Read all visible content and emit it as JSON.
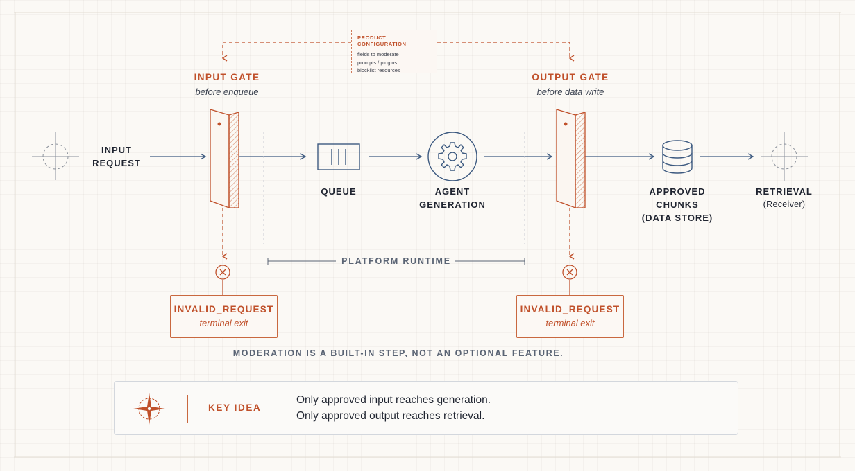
{
  "config": {
    "title": "PRODUCT CONFIGURATION",
    "items": [
      "fields to moderate",
      "prompts / plugins",
      "blocklist resources"
    ]
  },
  "input_gate": {
    "title": "INPUT GATE",
    "subtitle": "before enqueue"
  },
  "output_gate": {
    "title": "OUTPUT GATE",
    "subtitle": "before data write"
  },
  "nodes": {
    "input_request": [
      "INPUT",
      "REQUEST"
    ],
    "queue": "QUEUE",
    "agent": [
      "AGENT",
      "GENERATION"
    ],
    "approved": [
      "APPROVED",
      "CHUNKS",
      "(DATA STORE)"
    ],
    "retrieval": [
      "RETRIEVAL",
      "(Receiver)"
    ]
  },
  "runtime_label": "PLATFORM RUNTIME",
  "exits": [
    {
      "title": "INVALID_REQUEST",
      "subtitle": "terminal exit"
    },
    {
      "title": "INVALID_REQUEST",
      "subtitle": "terminal exit"
    }
  ],
  "note": "MODERATION IS A BUILT-IN STEP, NOT AN OPTIONAL FEATURE.",
  "key_idea": {
    "label": "KEY IDEA",
    "lines": [
      "Only approved input reaches generation.",
      "Only approved output reaches retrieval."
    ]
  },
  "colors": {
    "accent": "#c0502a",
    "flow": "#3d5a80",
    "muted": "#5a6474"
  }
}
